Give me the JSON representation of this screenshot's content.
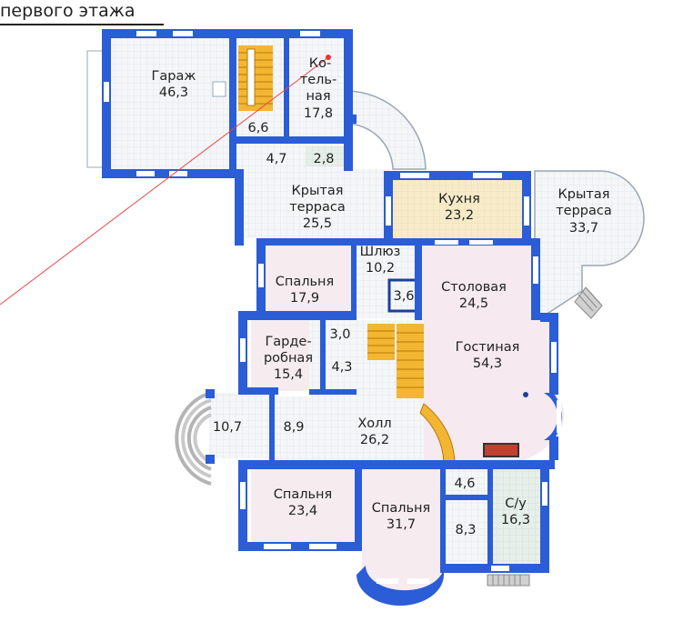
{
  "header": {
    "caption": "первого этажа"
  },
  "palette": {
    "wall": "#2a5dd6",
    "wall_dark": "#1d3f9a",
    "floor_grid": "#f4f6f8",
    "grid_line": "#dfe5ea",
    "kitchen": "#f7ebc9",
    "bedroom": "#f6ecef",
    "living": "#f6e9ef",
    "bath": "#e6efe9",
    "stairs": "#f2b632",
    "terrace_steps": "#c9c9c9",
    "window": "#ffffff",
    "laser": "#ee4444"
  },
  "rooms": {
    "garage": {
      "name": "Гараж",
      "area": "46,3"
    },
    "boiler": {
      "name1": "Ко-",
      "name2": "тель-",
      "name3": "ная",
      "area": "17,8"
    },
    "r66": {
      "area": "6,6"
    },
    "r47": {
      "area": "4,7"
    },
    "r28": {
      "area": "2,8"
    },
    "terrace_covered": {
      "name1": "Крытая",
      "name2": "терраса",
      "area": "25,5"
    },
    "kitchen": {
      "name": "Кухня",
      "area": "23,2"
    },
    "terrace_right": {
      "name1": "Крытая",
      "name2": "терраса",
      "area": "33,7"
    },
    "airlock": {
      "name": "Шлюз",
      "area": "10,2"
    },
    "bedroom_a": {
      "name": "Спальня",
      "area": "17,9"
    },
    "r36": {
      "area": "3,6"
    },
    "dining": {
      "name": "Столовая",
      "area": "24,5"
    },
    "r30": {
      "area": "3,0"
    },
    "wardrobe": {
      "name1": "Гарде-",
      "name2": "робная",
      "area": "15,4"
    },
    "r43": {
      "area": "4,3"
    },
    "living": {
      "name": "Гостиная",
      "area": "54,3"
    },
    "r107": {
      "area": "10,7"
    },
    "r89": {
      "area": "8,9"
    },
    "hall": {
      "name": "Холл",
      "area": "26,2"
    },
    "bedroom_b": {
      "name": "Спальня",
      "area": "23,4"
    },
    "bedroom_c": {
      "name": "Спальня",
      "area": "31,7"
    },
    "r46": {
      "area": "4,6"
    },
    "r83": {
      "area": "8,3"
    },
    "bath": {
      "name": "С/у",
      "area": "16,3"
    }
  }
}
